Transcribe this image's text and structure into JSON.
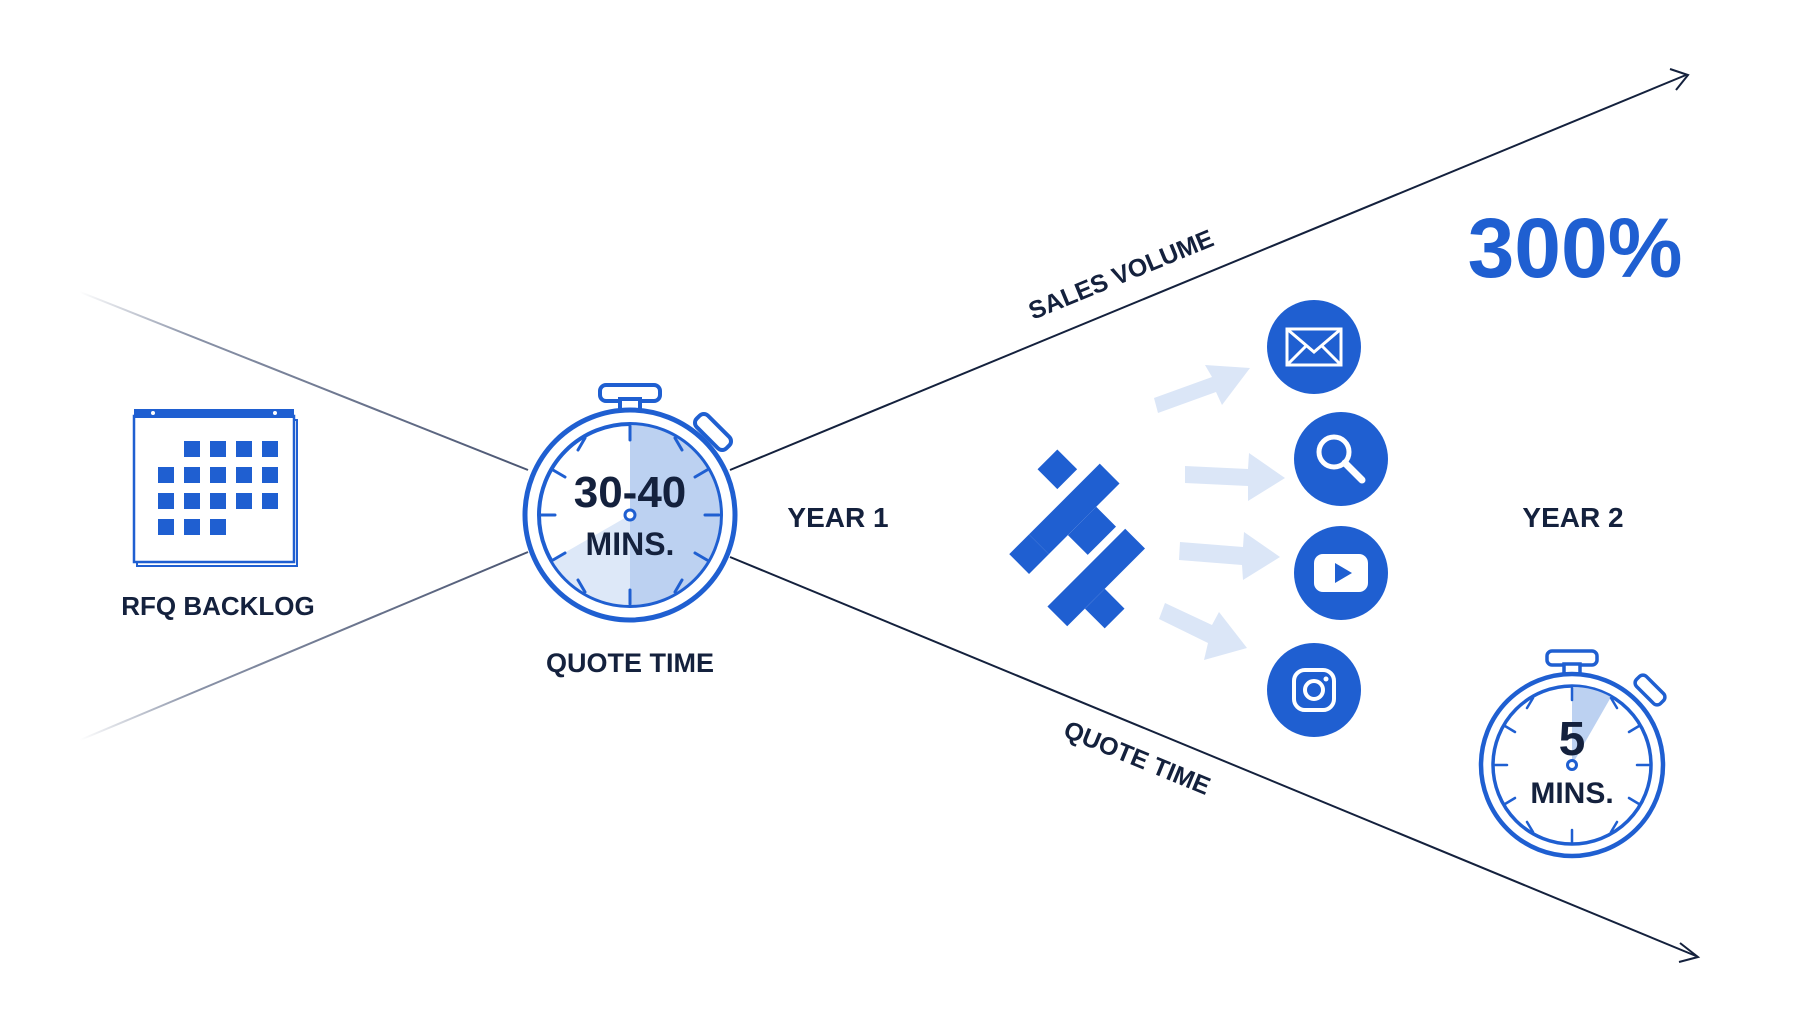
{
  "labels": {
    "rfq_backlog": "RFQ BACKLOG",
    "quote_time_left": "QUOTE TIME",
    "year1": "YEAR 1",
    "year2": "YEAR 2",
    "sales_volume": "SALES VOLUME",
    "quote_time_axis": "QUOTE TIME",
    "percent": "300%"
  },
  "timers": {
    "year1": {
      "value": "30-40",
      "unit": "MINS."
    },
    "year2": {
      "value": "5",
      "unit": "MINS."
    }
  },
  "channels": [
    {
      "icon": "envelope-icon"
    },
    {
      "icon": "search-icon"
    },
    {
      "icon": "youtube-play-icon"
    },
    {
      "icon": "instagram-icon"
    }
  ],
  "colors": {
    "navy": "#14213d",
    "blue": "#1f5fd1",
    "light_blue": "#c7d8f3",
    "pale_blue": "#dde8f8",
    "white": "#ffffff"
  }
}
